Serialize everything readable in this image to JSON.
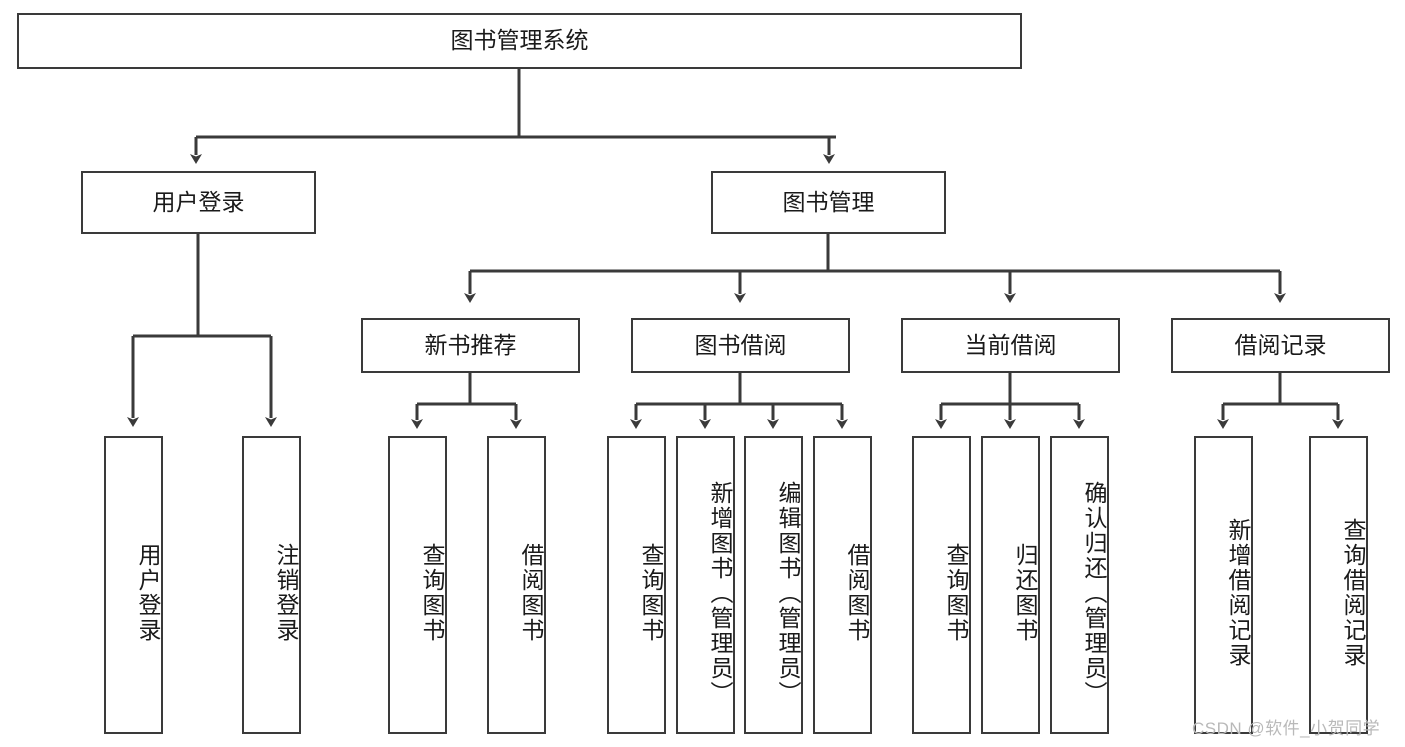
{
  "diagram": {
    "title": "图书管理系统",
    "type": "hierarchy-tree",
    "root": {
      "label": "图书管理系统"
    },
    "level2": [
      {
        "label": "用户登录"
      },
      {
        "label": "图书管理"
      }
    ],
    "level3": [
      {
        "label": "新书推荐"
      },
      {
        "label": "图书借阅"
      },
      {
        "label": "当前借阅"
      },
      {
        "label": "借阅记录"
      }
    ],
    "leaves": [
      {
        "label": "用户登录",
        "parent": "用户登录"
      },
      {
        "label": "注销登录",
        "parent": "用户登录"
      },
      {
        "label": "查询图书",
        "parent": "新书推荐"
      },
      {
        "label": "借阅图书",
        "parent": "新书推荐"
      },
      {
        "label": "查询图书",
        "parent": "图书借阅"
      },
      {
        "label": "新增图书（管理员）",
        "parent": "图书借阅"
      },
      {
        "label": "编辑图书（管理员）",
        "parent": "图书借阅"
      },
      {
        "label": "借阅图书",
        "parent": "图书借阅"
      },
      {
        "label": "查询图书",
        "parent": "当前借阅"
      },
      {
        "label": "归还图书",
        "parent": "当前借阅"
      },
      {
        "label": "确认归还（管理员）",
        "parent": "当前借阅"
      },
      {
        "label": "新增借阅记录",
        "parent": "借阅记录"
      },
      {
        "label": "查询借阅记录",
        "parent": "借阅记录"
      }
    ],
    "colors": {
      "stroke": "#3a3a3a",
      "background": "#ffffff",
      "text": "#1a1a1a",
      "watermark": "#b9b9b9"
    }
  },
  "watermark": {
    "text": "CSDN @软件_小贺同学"
  }
}
